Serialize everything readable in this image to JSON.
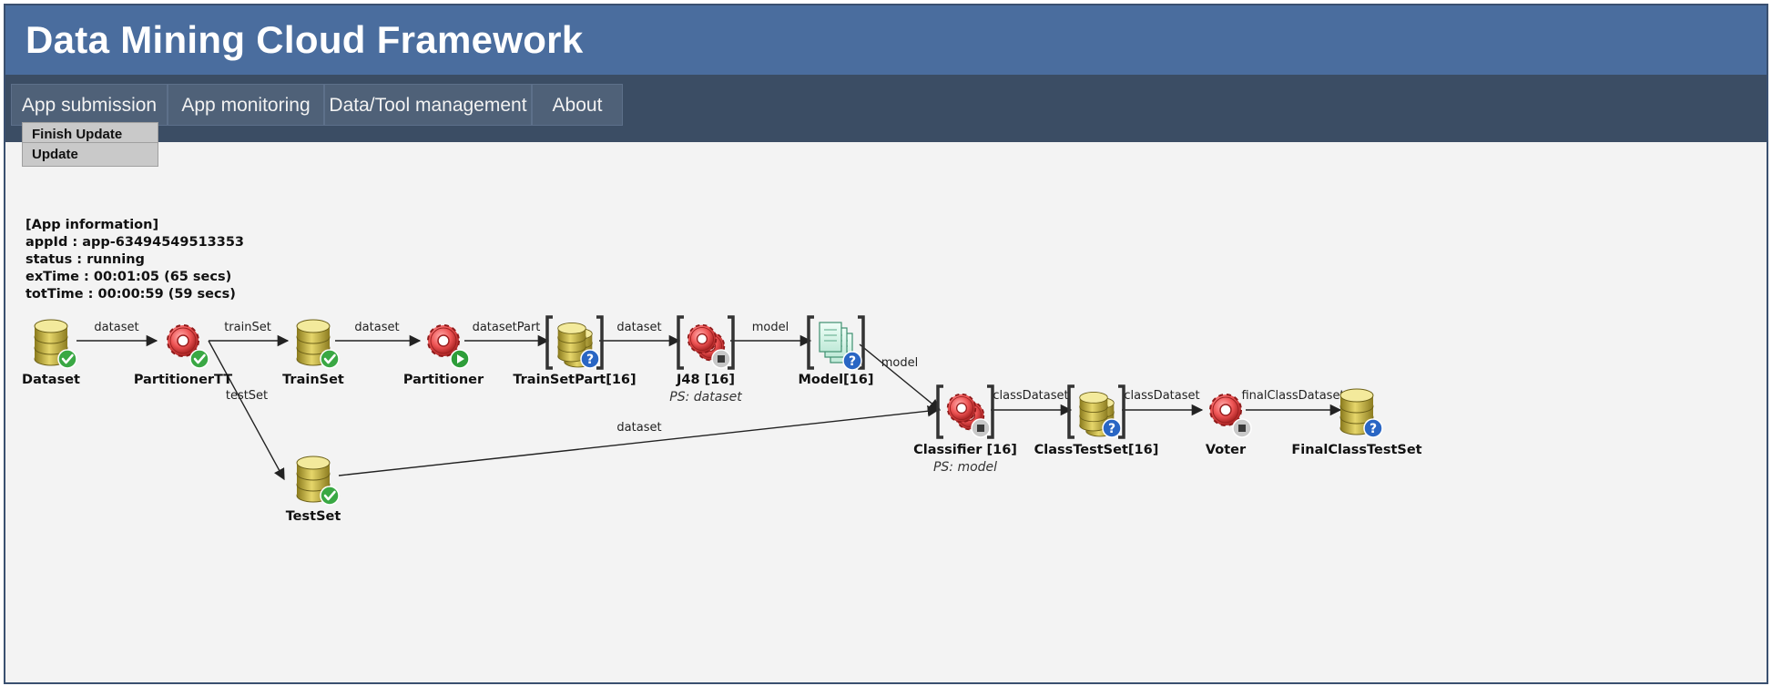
{
  "app": {
    "title": "Data Mining Cloud Framework"
  },
  "nav": {
    "tabs": [
      "App submission",
      "App monitoring",
      "Data/Tool management",
      "About"
    ]
  },
  "toolbar": {
    "finish_update": "Finish Update",
    "update": "Update"
  },
  "info": {
    "heading": "[App information]",
    "app_id": "appId : app-63494549513353",
    "status": "status : running",
    "ex_time": "exTime : 00:01:05 (65 secs)",
    "tot_time": "totTime : 00:00:59 (59 secs)"
  },
  "workflow": {
    "nodes": {
      "dataset": {
        "label": "Dataset",
        "kind": "database",
        "status": "done"
      },
      "partitioner_tt": {
        "label": "PartitionerTT",
        "kind": "tool",
        "status": "done"
      },
      "trainset": {
        "label": "TrainSet",
        "kind": "database",
        "status": "done"
      },
      "partitioner": {
        "label": "Partitioner",
        "kind": "tool",
        "status": "running"
      },
      "trainset_part": {
        "label": "TrainSetPart[16]",
        "kind": "database-array",
        "status": "unknown"
      },
      "j48": {
        "label": "J48 [16]",
        "ps": "PS: dataset",
        "kind": "tool-array",
        "status": "stopped"
      },
      "model": {
        "label": "Model[16]",
        "kind": "model-array",
        "status": "unknown"
      },
      "testset": {
        "label": "TestSet",
        "kind": "database",
        "status": "done"
      },
      "classifier": {
        "label": "Classifier [16]",
        "ps": "PS: model",
        "kind": "tool-array",
        "status": "stopped"
      },
      "class_testset": {
        "label": "ClassTestSet[16]",
        "kind": "database-array",
        "status": "unknown"
      },
      "voter": {
        "label": "Voter",
        "kind": "tool",
        "status": "stopped"
      },
      "final_class_testset": {
        "label": "FinalClassTestSet",
        "kind": "database",
        "status": "unknown"
      }
    },
    "edges": {
      "e1": "dataset",
      "e2": "trainSet",
      "e3": "testSet",
      "e4": "dataset",
      "e5": "datasetPart",
      "e6": "dataset",
      "e7": "model",
      "e8": "model",
      "e9": "dataset",
      "e10": "classDataset",
      "e11": "classDataset",
      "e12": "finalClassDataset"
    }
  },
  "colors": {
    "title_bar": "#4a6d9e",
    "nav_bar": "#3b4d64",
    "done": "#3aa844",
    "unknown": "#2a66c4",
    "running": "#2e9e3a",
    "stopped": "#b8b8b8"
  }
}
